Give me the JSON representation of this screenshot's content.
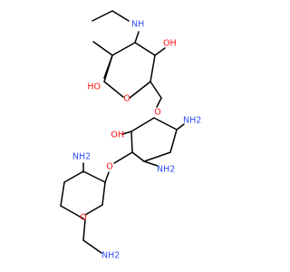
{
  "colors": {
    "bond": "#000000",
    "oxygen": "#ff0d0d",
    "nitrogen": "#3050f8"
  },
  "labels": {
    "nh_ethyl": "NH",
    "oh_top": "OH",
    "ho_left": "HO",
    "o_ring_top": "O",
    "o_link_right": "O",
    "nh2_right": "NH2",
    "oh_mid": "OH",
    "nh2_center": "NH2",
    "o_link_bottom": "O",
    "nh2_bottom_left": "NH2",
    "o_ring_bottom": "O",
    "nh2_bottom": "NH2"
  }
}
